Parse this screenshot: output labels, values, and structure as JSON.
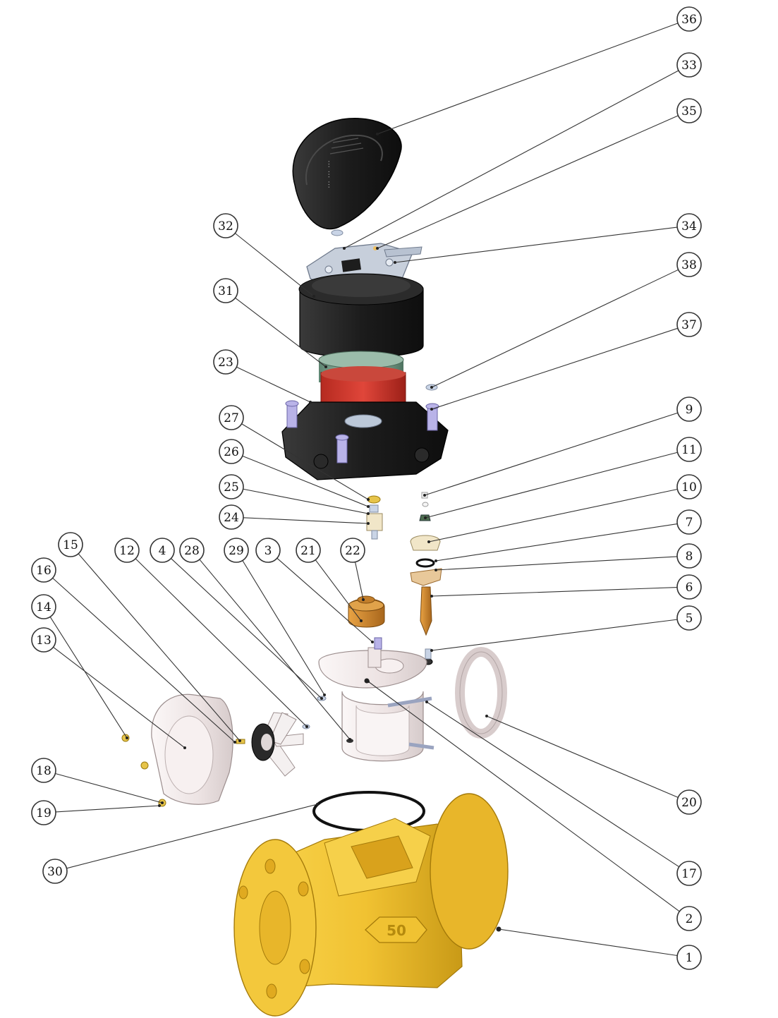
{
  "callouts": [
    "36",
    "33",
    "35",
    "34",
    "38",
    "37",
    "32",
    "31",
    "23",
    "27",
    "26",
    "25",
    "24",
    "9",
    "11",
    "10",
    "7",
    "8",
    "6",
    "5",
    "15",
    "12",
    "4",
    "28",
    "29",
    "3",
    "21",
    "22",
    "16",
    "14",
    "13",
    "18",
    "19",
    "20",
    "17",
    "2",
    "30",
    "1"
  ],
  "body_emboss": "50",
  "colors": {
    "body_yellow": "#f2c53a",
    "housing_black": "#1f1f1f",
    "seal_red": "#d23a2a",
    "ring_green": "#7fa58f",
    "plastic_white": "#efe6e6",
    "brass_orange": "#d38a2a",
    "bolt_lavender": "#b9b3e8"
  }
}
